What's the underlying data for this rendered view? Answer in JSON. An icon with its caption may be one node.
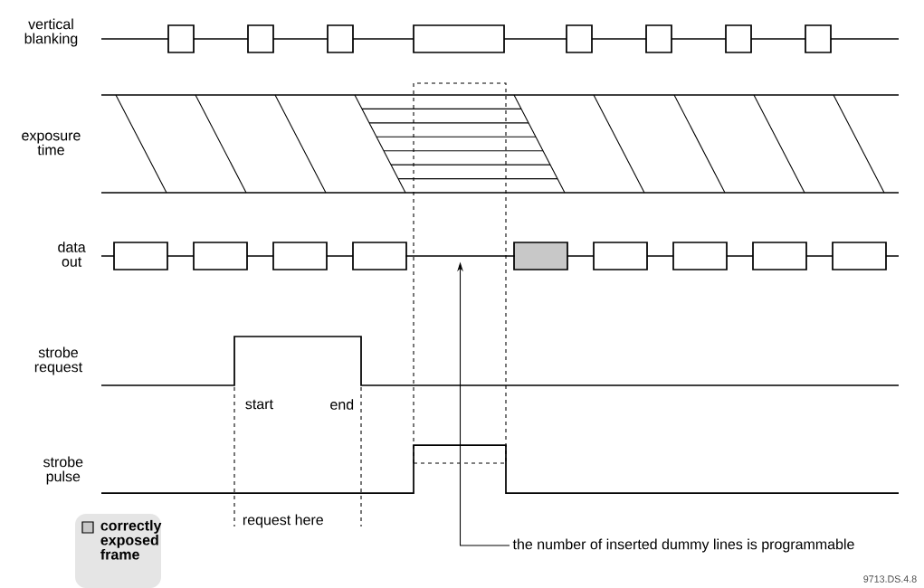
{
  "diagram": {
    "nodes": [
      {
        "text": [
          "the number of inserted dummy lines is programmable"
        ]
      },
      {
        "text": [],
        "shape": "line"
      }
    ],
    "edges": [
      {
        "from": 0,
        "to": 1,
        "arrow": "to"
      }
    ],
    "labels": [
      "vertical blanking",
      "exposure time",
      "data out",
      "strobe request",
      "start",
      "end",
      "strobe pulse",
      "request here",
      "9713.DS.4.8"
    ],
    "legend": [
      {
        "text": "correctly exposed frame",
        "color": "#c8c8c8"
      }
    ]
  }
}
